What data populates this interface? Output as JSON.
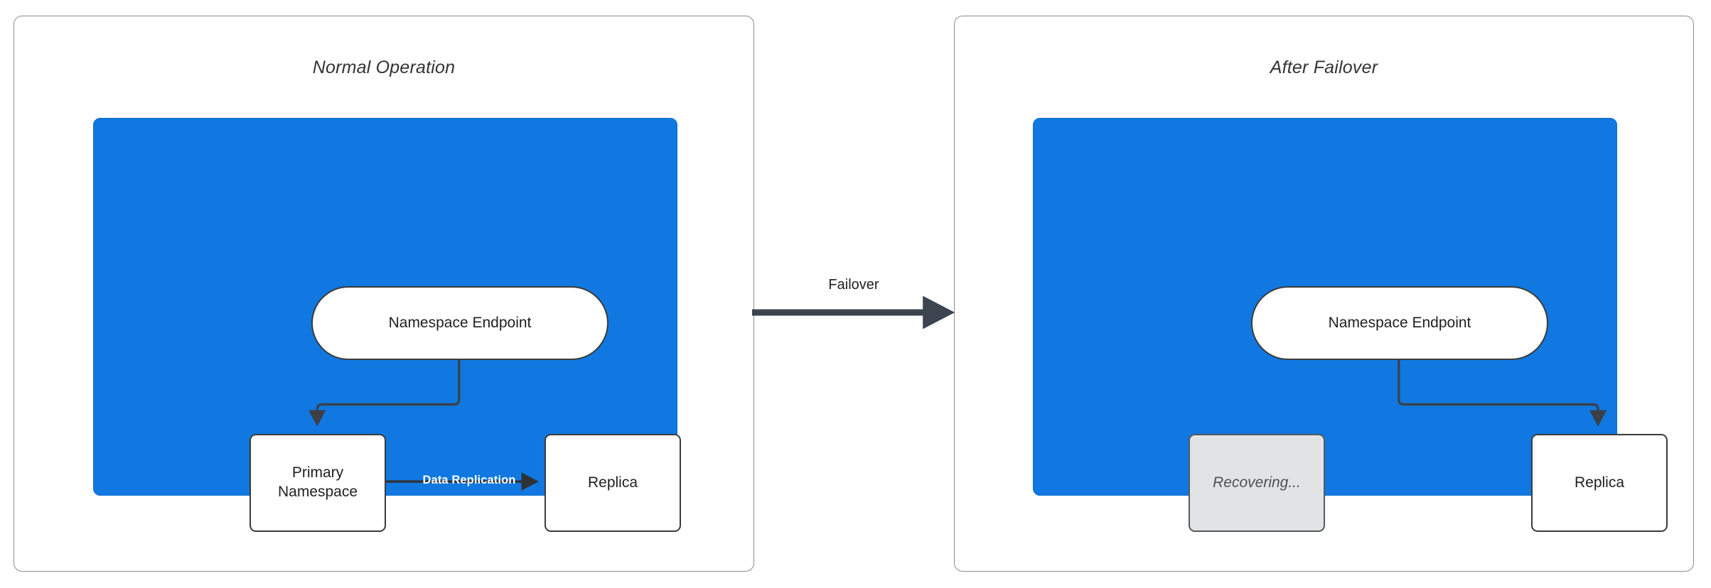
{
  "diagram": {
    "title_left": "Normal Operation",
    "title_right": "After Failover",
    "accent_blue": "#1078e0",
    "node_border": "#3b3b3b",
    "recovering_fill": "#e1e3e5",
    "connector_color": "#3c3f44"
  },
  "panels": {
    "left": {
      "title": "Normal Operation",
      "endpoint": {
        "label": "Namespace Endpoint",
        "shape": "pill"
      },
      "nodes": [
        {
          "label": "Primary Namespace",
          "shape": "rect",
          "state": "active"
        },
        {
          "label": "Replica",
          "shape": "rect",
          "state": "active"
        }
      ],
      "edges": [
        {
          "from": "Namespace Endpoint",
          "to": "Primary Namespace",
          "label": ""
        },
        {
          "from": "Primary Namespace",
          "to": "Replica",
          "label": "Data Replication"
        }
      ]
    },
    "right": {
      "title": "After Failover",
      "endpoint": {
        "label": "Namespace Endpoint",
        "shape": "pill"
      },
      "nodes": [
        {
          "label": "Recovering...",
          "shape": "rect",
          "state": "recovering"
        },
        {
          "label": "Replica",
          "shape": "rect",
          "state": "active"
        }
      ],
      "edges": [
        {
          "from": "Namespace Endpoint",
          "to": "Replica",
          "label": ""
        }
      ]
    }
  },
  "transition": {
    "label": "Failover",
    "direction": "left-to-right"
  }
}
